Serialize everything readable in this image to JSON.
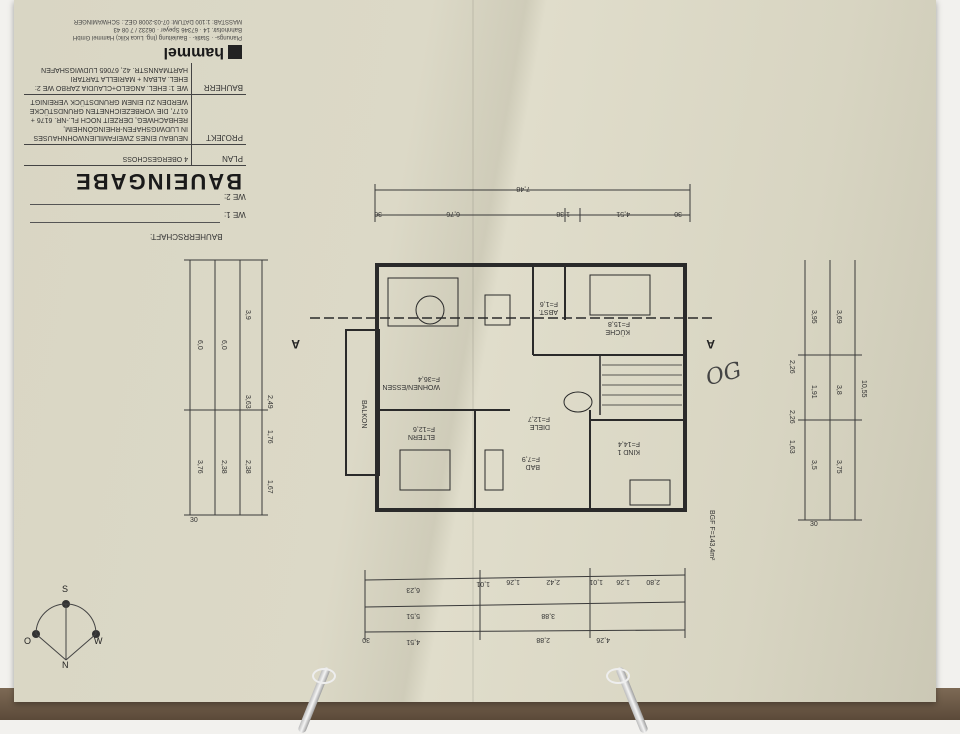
{
  "title_block": {
    "headline": "BAUEINGABE",
    "rows": [
      {
        "key": "PLAN",
        "value": "4   OBERGESCHOSS"
      },
      {
        "key": "PROJEKT",
        "value": "NEUBAU EINES ZWEIFAMILIENWOHNHAUSES IN LUDWIGSHAFEN-RHEINGÖNHEIM, REHBACHWEG, DERZEIT NOCH FL.-NR. 6176 + 6177, DIE VORBEZEICHNETEN GRUNDSTÜCKE WERDEN ZU EINEM GRUNDSTÜCK VEREINIGT"
      },
      {
        "key": "BAUHERR",
        "value": "WE 1: EHEL. ANGELO+CLAUDIA ZARBO  WE 2: EHEL. ALBAN + MARIELLA TARTARI  HARTMANNSTR. 42, 67065 LUDWIGSHAFEN"
      }
    ],
    "logo": "hammel",
    "company_line": "Planungs- · Statik- · Bauleitung (Ing. Luca Kilic) Hammel GmbH",
    "address_line": "Bahnhofstr. 14 · 67346 Speyer · 06232 / 7 08 43",
    "meta_line": "MASSTAB: 1:100   DATUM: 07-03-2008   GEZ.: SCHWAMINGER"
  },
  "owner_fields": {
    "heading": "BAUHERRSCHAFT:",
    "we1": "WE 1:",
    "we2": "WE 2:"
  },
  "plan": {
    "rooms": [
      {
        "name": "WOHNEN/ESSEN",
        "area": "F=36,4"
      },
      {
        "name": "KÜCHE",
        "area": "F=15,8"
      },
      {
        "name": "ABST.",
        "area": "F=1,6"
      },
      {
        "name": "DIELE",
        "area": "F=12,7"
      },
      {
        "name": "ELTERN",
        "area": "F=12,6"
      },
      {
        "name": "BAD",
        "area": "F=7,9"
      },
      {
        "name": "KIND 1",
        "area": "F=14,4"
      },
      {
        "name": "BALKON",
        "area": ""
      }
    ],
    "section_marker": "A",
    "top_dims": [
      "7,48",
      "6,76",
      "1,38",
      "4,51",
      "30",
      "30"
    ],
    "bottom_dims": [
      "6,23",
      "1,01",
      "1,26",
      "2,42",
      "1,01",
      "1,26",
      "2,80",
      "3,88",
      "5,51",
      "4,51",
      "4,26",
      "2,88",
      "30"
    ],
    "left_dims": [
      "6,0",
      "6,0",
      "3,9",
      "3,63",
      "2,49",
      "3,76",
      "2,38",
      "2,38",
      "1,76",
      "1,67",
      "30"
    ],
    "right_dims": [
      "10,55",
      "3,69",
      "3,95",
      "3,8",
      "3,75",
      "3,5",
      "1,91",
      "2,26",
      "2,26",
      "1,63",
      "30"
    ],
    "bgf": "BGF F=143,4m²"
  },
  "handwriting": "OG",
  "compass": {
    "north": "N",
    "south": "S",
    "east": "O",
    "west": "W"
  }
}
